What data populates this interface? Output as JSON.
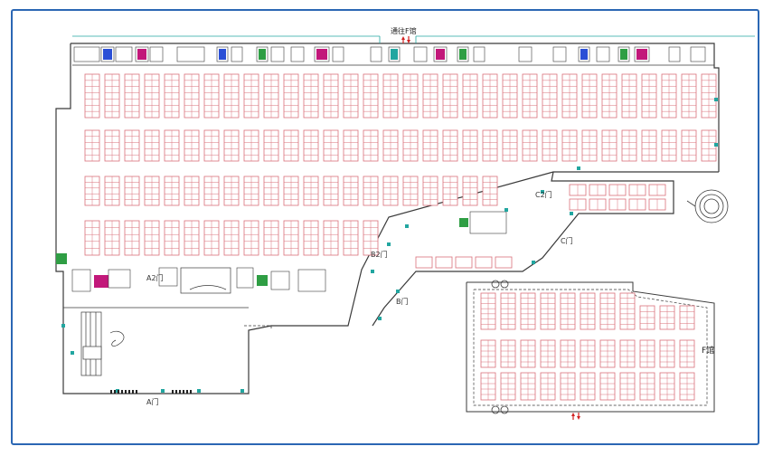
{
  "labels": {
    "top_passage": "通往F馆",
    "gate_a_main": "A门",
    "gate_a2": "A2门",
    "gate_b": "B门",
    "gate_b2": "B2门",
    "gate_c": "C门",
    "gate_c2": "C2门",
    "hall_f": "F馆"
  },
  "colors": {
    "frame": "#2b67b4",
    "booth": "#d9707a",
    "wall": "#3a3a3a",
    "green": "#2f9e44",
    "magenta": "#c2187a",
    "teal": "#22a6a0",
    "blue": "#2b4fd6"
  },
  "icons": {
    "up_down_arrows": "red-up-down-arrows-icon",
    "round_stair": "spiral-stair-icon",
    "fire_exit": "green-exit-icon",
    "restroom": "magenta-restroom-icon"
  }
}
